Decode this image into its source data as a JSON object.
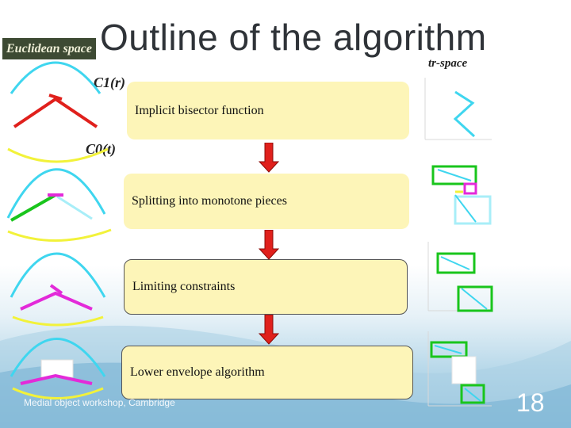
{
  "slide": {
    "title": "Outline of the algorithm",
    "euclidean_label": "Euclidean space",
    "tr_space_label": "tr-space",
    "c1_label": "C1(r)",
    "c0_label": "C0(t)",
    "footer": "Medial object workshop, Cambridge",
    "slide_number": "18"
  },
  "steps": [
    "Implicit bisector function",
    "Splitting into monotone pieces",
    "Limiting constraints",
    "Lower envelope algorithm"
  ],
  "colors": {
    "cyan": "#3fd6ef",
    "yellow": "#f2f23a",
    "red": "#e0201c",
    "green": "#19c51c",
    "magenta": "#e32ad9",
    "highlight": "#fdf5b8",
    "arrow_red": "#e0201c"
  }
}
